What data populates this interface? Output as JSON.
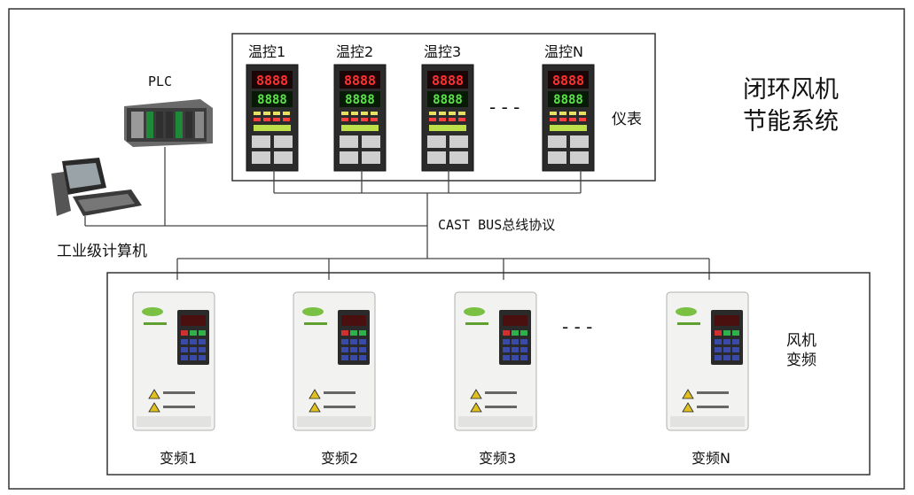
{
  "title": "闭环风机\n节能系统",
  "plc_label": "PLC",
  "computer_label": "工业级计算机",
  "bus_label": "CAST BUS总线协议",
  "meter_group_label": "仪表",
  "vfd_group_label": "风机\n变频",
  "controllers": [
    "温控1",
    "温控2",
    "温控3",
    "温控N"
  ],
  "controller_display": "8888",
  "drives": [
    "变频1",
    "变频2",
    "变频3",
    "变频N"
  ],
  "ellipsis": "- - -"
}
